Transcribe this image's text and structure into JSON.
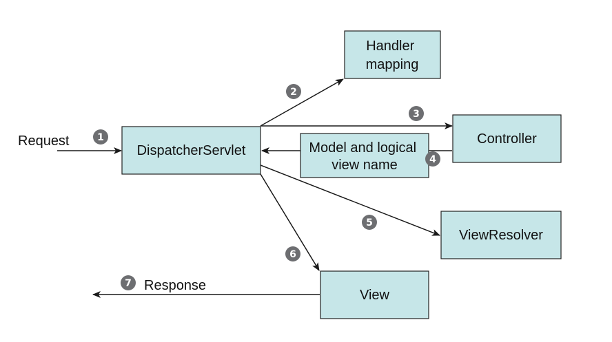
{
  "nodes": {
    "handler_mapping": {
      "lines": [
        "Handler",
        "mapping"
      ]
    },
    "dispatcher_servlet": {
      "lines": [
        "DispatcherServlet"
      ]
    },
    "controller": {
      "lines": [
        "Controller"
      ]
    },
    "model_view_name": {
      "lines": [
        "Model and logical",
        "view name"
      ]
    },
    "view_resolver": {
      "lines": [
        "ViewResolver"
      ]
    },
    "view": {
      "lines": [
        "View"
      ]
    }
  },
  "labels": {
    "request": "Request",
    "response": "Response"
  },
  "steps": [
    "1",
    "2",
    "3",
    "4",
    "5",
    "6",
    "7"
  ],
  "colors": {
    "box_fill": "#c6e6e8",
    "box_stroke": "#222222",
    "step_badge": "#6d6e71"
  }
}
